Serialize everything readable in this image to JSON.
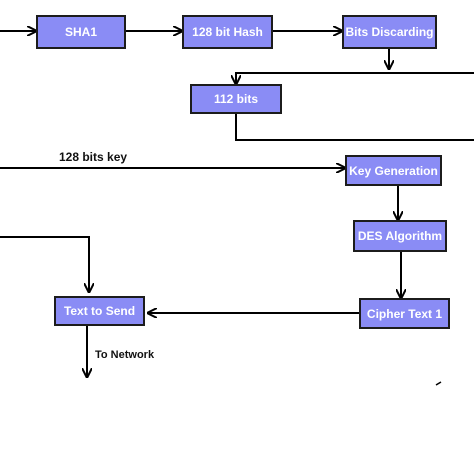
{
  "diagram": {
    "nodes": {
      "sha1": "SHA1",
      "hash128": "128 bit Hash",
      "bits_discarding": "Bits Discarding",
      "bits112": "112 bits",
      "key_generation": "Key Generation",
      "des_algorithm": "DES Algorithm",
      "cipher_text": "Cipher Text 1",
      "text_to_send": "Text to Send"
    },
    "labels": {
      "key_128": "128 bits key",
      "to_network": "To Network"
    }
  },
  "colors": {
    "node_fill": "#8a8cf5",
    "node_border": "#1c1c1c",
    "node_text": "#ffffff",
    "line": "#000000"
  }
}
